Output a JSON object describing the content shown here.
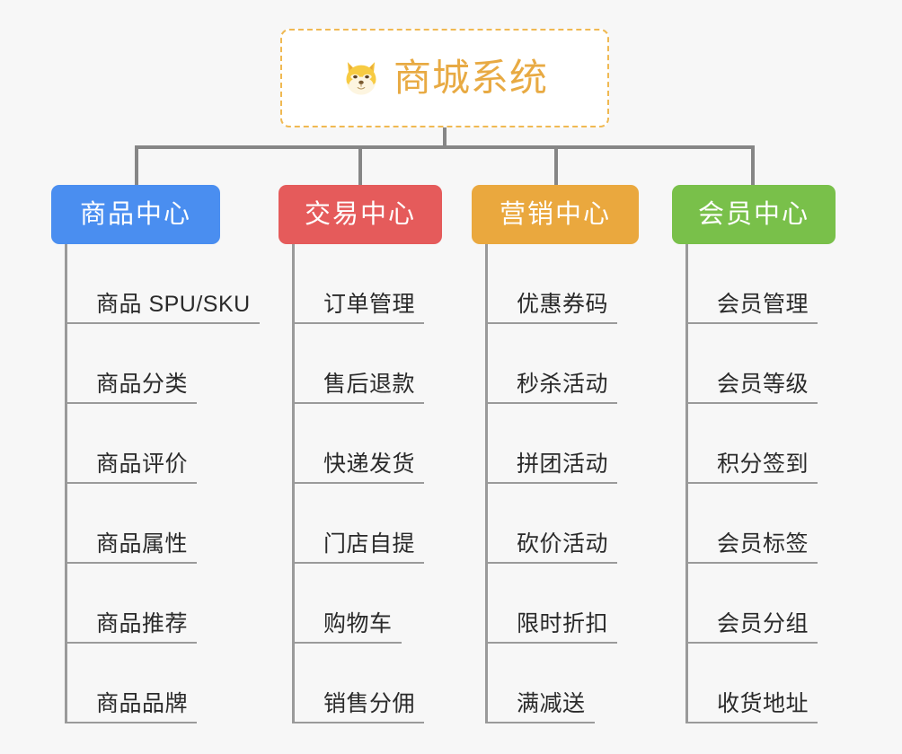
{
  "page": {
    "background_color": "#f7f7f7",
    "type": "mindmap"
  },
  "root": {
    "title": "商城系统",
    "icon": "shiba-dog-face-icon",
    "border_color": "#f0b952",
    "text_color": "#e8aa43",
    "background_color": "#ffffff"
  },
  "columns": [
    {
      "id": "product-center",
      "label": "商品中心",
      "color": "#4a8ef0",
      "items": [
        {
          "label": "商品 SPU/SKU"
        },
        {
          "label": "商品分类"
        },
        {
          "label": "商品评价"
        },
        {
          "label": "商品属性"
        },
        {
          "label": "商品推荐"
        },
        {
          "label": "商品品牌"
        }
      ]
    },
    {
      "id": "trade-center",
      "label": "交易中心",
      "color": "#e55b5b",
      "items": [
        {
          "label": "订单管理"
        },
        {
          "label": "售后退款"
        },
        {
          "label": "快递发货"
        },
        {
          "label": "门店自提"
        },
        {
          "label": "购物车"
        },
        {
          "label": "销售分佣"
        }
      ]
    },
    {
      "id": "marketing-center",
      "label": "营销中心",
      "color": "#eaa83e",
      "items": [
        {
          "label": "优惠券码"
        },
        {
          "label": "秒杀活动"
        },
        {
          "label": "拼团活动"
        },
        {
          "label": "砍价活动"
        },
        {
          "label": "限时折扣"
        },
        {
          "label": "满减送"
        }
      ]
    },
    {
      "id": "member-center",
      "label": "会员中心",
      "color": "#79c04a",
      "items": [
        {
          "label": "会员管理"
        },
        {
          "label": "会员等级"
        },
        {
          "label": "积分签到"
        },
        {
          "label": "会员标签"
        },
        {
          "label": "会员分组"
        },
        {
          "label": "收货地址"
        }
      ]
    }
  ],
  "connector": {
    "color": "#868686",
    "leaf_line_color": "#9a9a9a"
  }
}
